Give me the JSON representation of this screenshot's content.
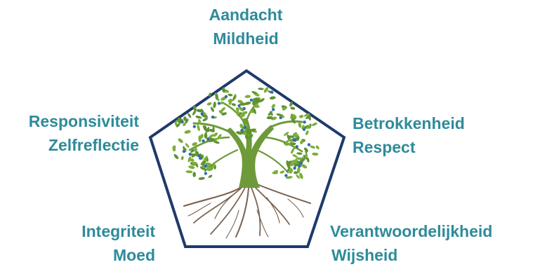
{
  "colors": {
    "text": "#2E8B9A",
    "outline": "#1F3A6B",
    "leaf": "#7BAE3C",
    "leaf_dark": "#5E9130",
    "trunk": "#6E9A3A",
    "root": "#7A6350",
    "berry": "#2E6FA8"
  },
  "pentagon": {
    "vertices": [
      {
        "name": "top",
        "labels": [
          "Aandacht",
          "Mildheid"
        ]
      },
      {
        "name": "right",
        "labels": [
          "Betrokkenheid",
          "Respect"
        ]
      },
      {
        "name": "bottom-right",
        "labels": [
          "Verantwoordelijkheid",
          "Wijsheid"
        ]
      },
      {
        "name": "bottom-left",
        "labels": [
          "Integriteit",
          "Moed"
        ]
      },
      {
        "name": "left",
        "labels": [
          "Responsiviteit",
          "Zelfreflectie"
        ]
      }
    ]
  },
  "center_image": {
    "icon": "tree-of-life-icon"
  }
}
